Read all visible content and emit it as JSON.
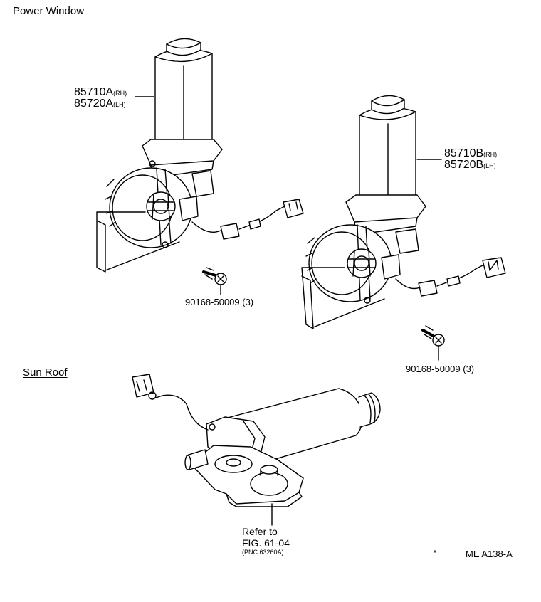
{
  "sections": {
    "power_window": "Power Window",
    "sun_roof": "Sun Roof"
  },
  "motor_a": {
    "part_rh": "85710A",
    "suffix_rh": "(RH)",
    "part_lh": "85720A",
    "suffix_lh": "(LH)"
  },
  "motor_b": {
    "part_rh": "85710B",
    "suffix_rh": "(RH)",
    "part_lh": "85720B",
    "suffix_lh": "(LH)"
  },
  "bolt_a": "90168-50009 (3)",
  "bolt_b": "90168-50009 (3)",
  "sunroof_ref": {
    "line1": "Refer to",
    "line2": "FIG. 61-04",
    "line3": "(PNC 63260A)"
  },
  "figure_code": "ME A138-A"
}
